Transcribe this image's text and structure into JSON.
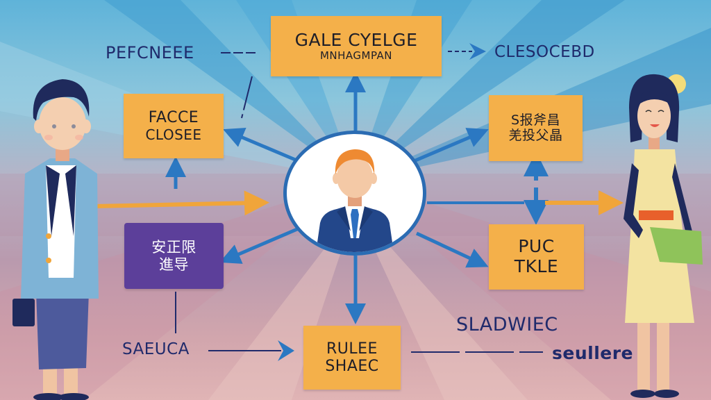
{
  "diagram": {
    "title_box": {
      "line1": "GALE CYELGE",
      "line2": "MNHAGMPAN"
    },
    "top_left_label": "PEFCNEEE",
    "top_right_label": "CLESOCEBD",
    "left_upper_box": {
      "line1": "FACCE",
      "line2": "CLOSEE"
    },
    "right_upper_box": {
      "line1": "S报斧昌",
      "line2": "羌投父晶"
    },
    "left_lower_box": {
      "line1": "安正限",
      "line2": "進导"
    },
    "right_lower_box": {
      "line1": "PUC",
      "line2": "TKLE"
    },
    "bottom_box": {
      "line1": "RULEE",
      "line2": "SHAEC"
    },
    "bottom_left_label": "SAEUCA",
    "bottom_right_label_1": "SLADWIEC",
    "bottom_right_label_2": "seullere",
    "center_node": "manager-avatar",
    "colors": {
      "box_orange": "#f4b04a",
      "box_purple": "#5c3f9a",
      "arrow_blue": "#2b78c2",
      "arrow_orange": "#f0a53a",
      "text_navy": "#1f2a6b"
    }
  }
}
